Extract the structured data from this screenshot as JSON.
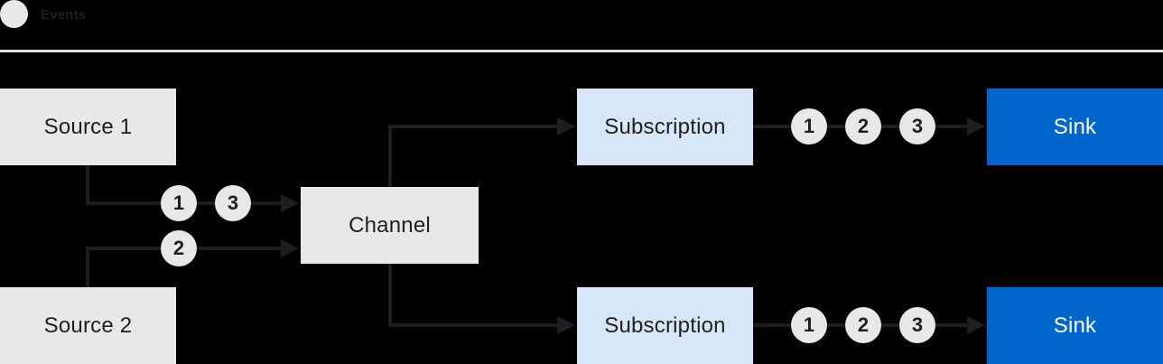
{
  "legend": {
    "label": "Events"
  },
  "colors": {
    "background": "#000000",
    "box_gray": "#e8e8e8",
    "box_light_blue": "#d8e7f7",
    "box_blue": "#0066cc",
    "line_color": "#1e1e21",
    "text_dark": "#1f1f1f",
    "text_light": "#ffffff",
    "divider": "#e1e1e1"
  },
  "nodes": {
    "source1": "Source 1",
    "source2": "Source 2",
    "channel": "Channel",
    "subscription_top": "Subscription",
    "subscription_bottom": "Subscription",
    "sink_top": "Sink",
    "sink_bottom": "Sink"
  },
  "event_markers": {
    "source1_to_channel": [
      "1",
      "3"
    ],
    "source2_to_channel": [
      "2"
    ],
    "subscription_top_to_sink": [
      "1",
      "2",
      "3"
    ],
    "subscription_bottom_to_sink": [
      "1",
      "2",
      "3"
    ]
  }
}
